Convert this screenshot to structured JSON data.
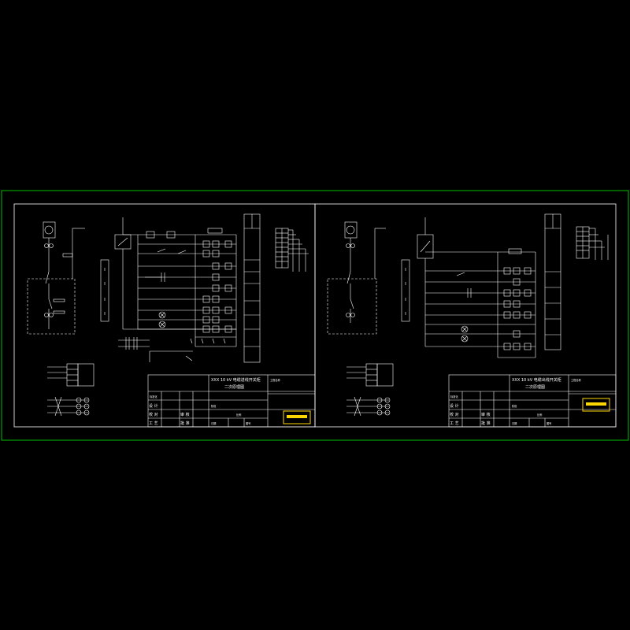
{
  "colors": {
    "background": "#000000",
    "frame": "#00c000",
    "line": "#ffffff",
    "stamp": "#ffd700"
  },
  "sheets": [
    {
      "title_line1": "XXX 10 kV 电缆进线开关柜",
      "title_line2": "二次原理图",
      "block": {
        "project": "工程名称",
        "stage": "阶段",
        "scale": "比例",
        "date": "日期",
        "number": "图号",
        "design": "设 计",
        "check": "校 对",
        "review": "审 核",
        "approve": "批 准",
        "craft": "工 艺",
        "standard": "标准化"
      }
    },
    {
      "title_line1": "XXX 10 kV 电缆出线开关柜",
      "title_line2": "二次原理图",
      "block": {
        "project": "工程名称",
        "stage": "阶段",
        "scale": "比例",
        "date": "日期",
        "number": "图号",
        "design": "设 计",
        "check": "校 对",
        "review": "审 核",
        "approve": "批 准",
        "craft": "工 艺",
        "standard": "标准化"
      }
    }
  ]
}
